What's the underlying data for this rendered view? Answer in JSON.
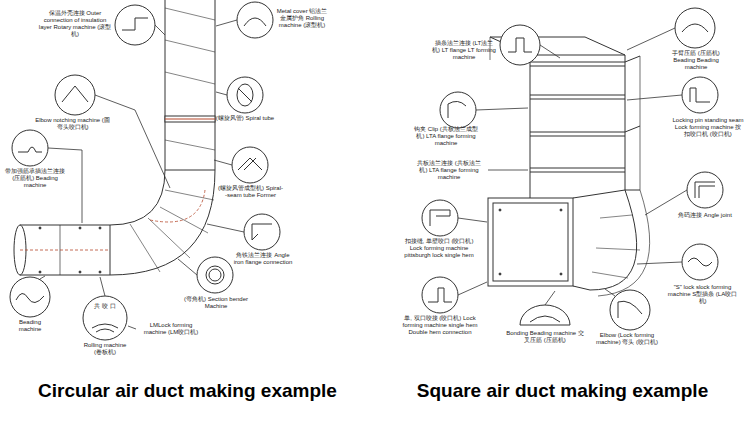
{
  "diagram": {
    "labels": [
      "保温外壳连接 Outer connection of insulation layer Rotary machine (滚型机)",
      "Metal cover 铝法兰金属护角 Rolling machine (滚型机)",
      "Elbow notching machine (圆弯头咬口机)",
      "(螺旋风管) Spiral tube",
      "(螺旋风管成型机) Spiral--seam tube Former",
      "带加强筋承插法兰连接 (压筋机) Beading machine",
      "角铁法兰连接 Angle iron flange connection",
      "(弯角机) Section bender Machine",
      "Beading machine",
      "共 咬 口",
      "Rolling machine (卷板机)",
      "LMLock forming machine (LM咬口机)",
      "插条法兰连接 (LT法兰机) LT flange LT forming machine",
      "手臂压筋 (压筋机) Beading Beading machine",
      "钩夹 Clip (共板法兰成型机) LTA flange forming machine",
      "Locking pin standing seam Lock forming machine 按扣咬口机 (咬口机)",
      "共板法兰连接 (共板法兰机) LTA flange forming machine",
      "角码连接 Angle joint",
      "扣接缝, 单壁咬口 (咬口机) Lock forming machine pittsburgh lock single hem",
      "\"S\" lock slock forming machine S型插条 (LA咬口机)",
      "单, 双口咬接 (咬口机) Lock forming machine single hem Double hem connection",
      "Bonding Beading machine 交叉压筋 (压筋机)",
      "Elbow (Lock forming machine) 弯头 (咬口机)",
      "Circular air duct making example",
      "Square air duct making example"
    ]
  }
}
